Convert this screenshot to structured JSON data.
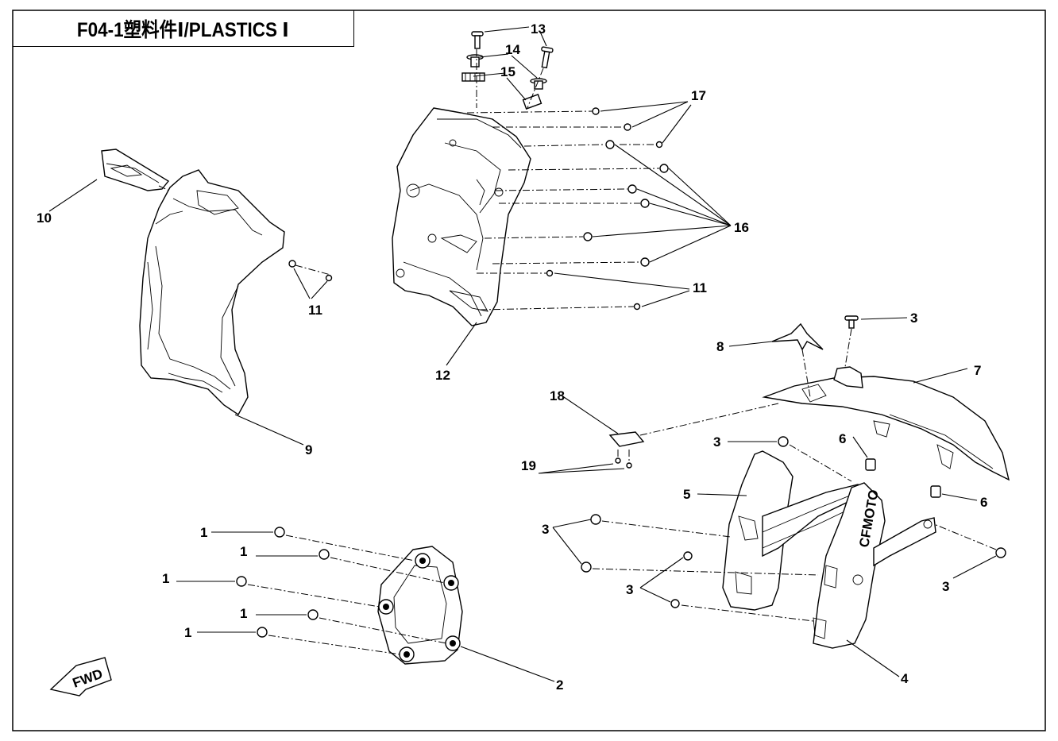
{
  "title": "F04-1塑料件Ⅰ/PLASTICS Ⅰ",
  "direction_badge": "FWD",
  "callouts": {
    "c1": "1",
    "c2": "2",
    "c3": "3",
    "c4": "4",
    "c5": "5",
    "c6": "6",
    "c7": "7",
    "c8": "8",
    "c9": "9",
    "c10": "10",
    "c11": "11",
    "c12": "12",
    "c13": "13",
    "c14": "14",
    "c15": "15",
    "c16": "16",
    "c17": "17",
    "c18": "18",
    "c19": "19"
  },
  "logo_text": "CFMOTO"
}
